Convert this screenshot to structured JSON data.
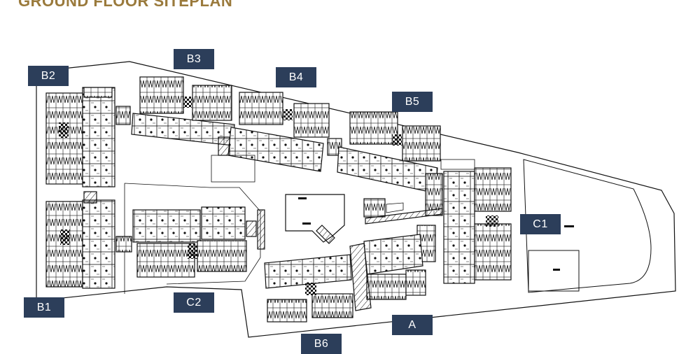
{
  "title": "GROUND FLOOR SITEPLAN",
  "colors": {
    "title": "#9a7a3c",
    "label_bg": "#2c3e5a",
    "label_text": "#ffffff",
    "line": "#111111"
  },
  "blocks": {
    "b2": "B2",
    "b3": "B3",
    "b4": "B4",
    "b5": "B5",
    "c1": "C1",
    "b1": "B1",
    "c2": "C2",
    "a": "A",
    "b6": "B6"
  }
}
